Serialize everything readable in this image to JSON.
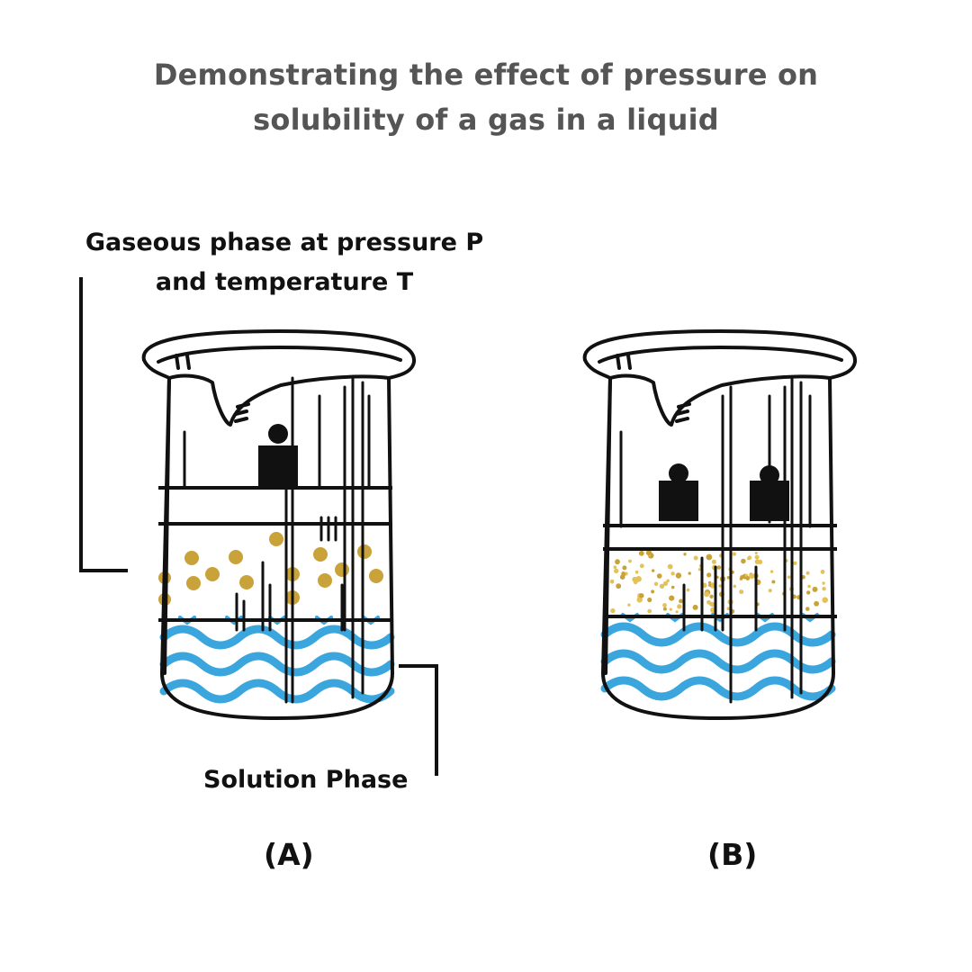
{
  "title": {
    "line1": "Demonstrating the effect of pressure on",
    "line2": "solubility of a gas in a liquid"
  },
  "labels": {
    "gas_phase_line1": "Gaseous phase at pressure P",
    "gas_phase_line2": "and temperature T",
    "solution_phase": "Solution Phase"
  },
  "captions": {
    "a": "(A)",
    "b": "(B)"
  },
  "beakers": [
    {
      "id": "A",
      "weights": 1
    },
    {
      "id": "B",
      "weights": 2
    }
  ],
  "colors": {
    "title": "#555555",
    "outline": "#111111",
    "water": "#3aa6dd",
    "gas_particle": "#c9a23a",
    "gas_particle_light": "#e3c25a",
    "weight": "#111111"
  }
}
